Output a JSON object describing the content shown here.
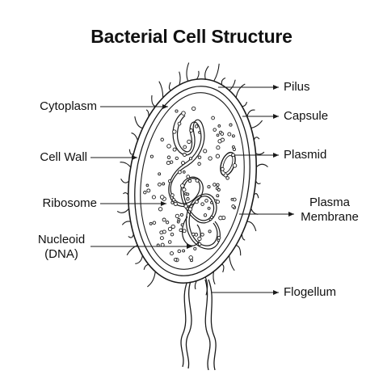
{
  "title": "Bacterial Cell Structure",
  "labels": {
    "pilus": "Pilus",
    "cytoplasm": "Cytoplasm",
    "capsule": "Capsule",
    "cell_wall": "Cell Wall",
    "plasmid": "Plasmid",
    "ribosome": "Ribosome",
    "plasma_membrane_line1": "Plasma",
    "plasma_membrane_line2": "Membrane",
    "nucleoid_line1": "Nucleoid",
    "nucleoid_line2": "(DNA)",
    "flagellum": "Flogellum"
  },
  "colors": {
    "line": "#1a1a1a",
    "background": "#ffffff"
  }
}
